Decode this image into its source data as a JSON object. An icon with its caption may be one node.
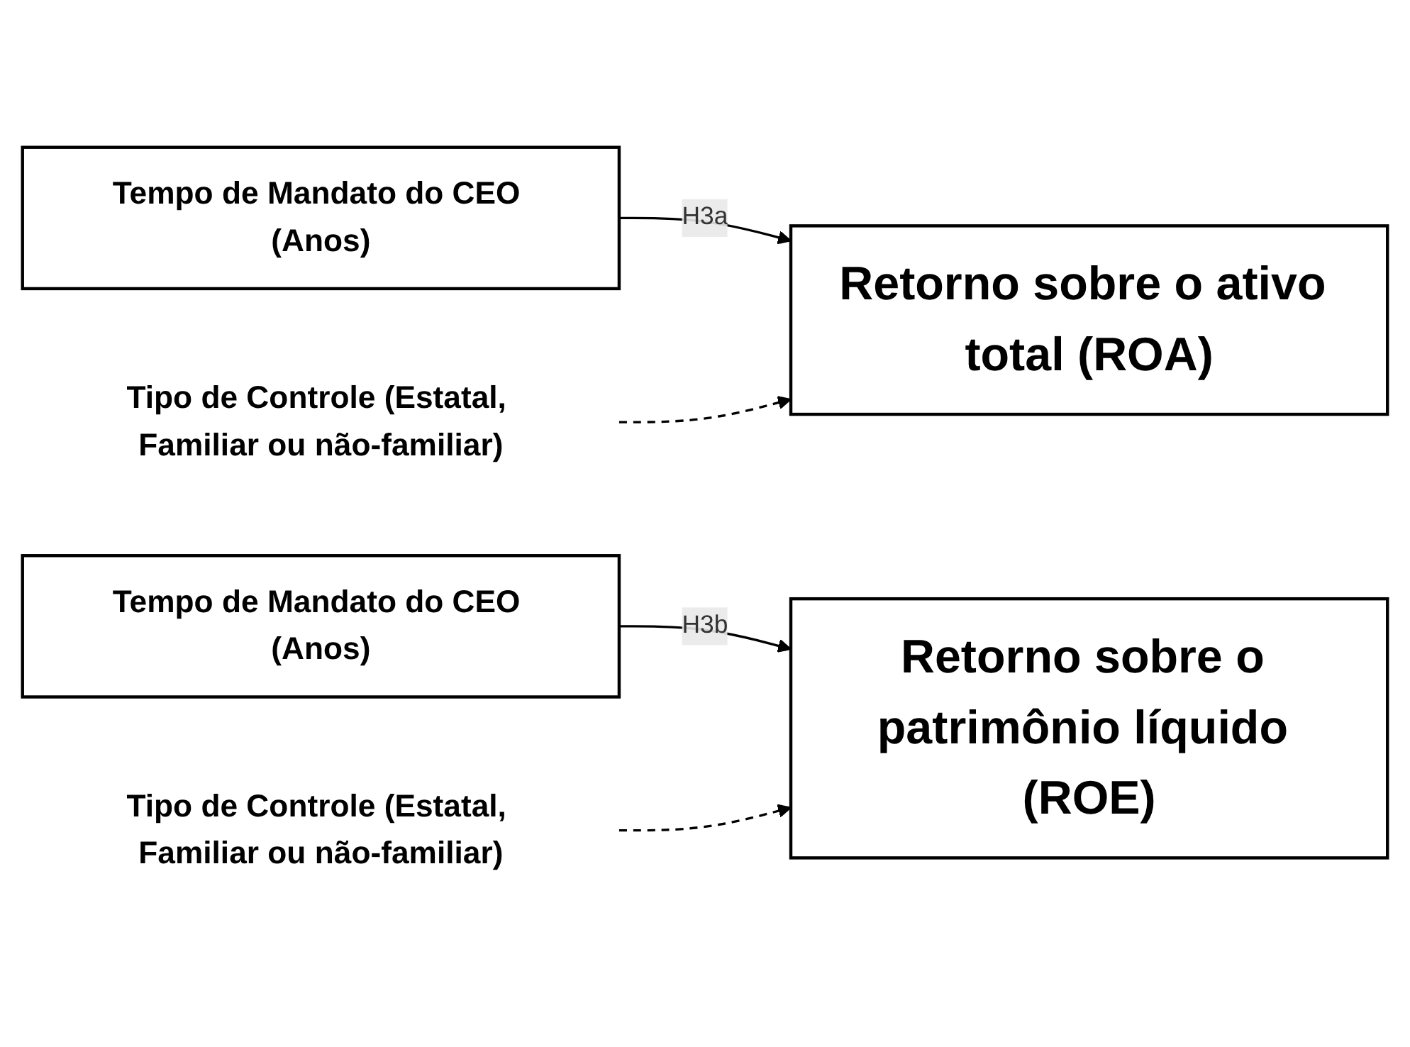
{
  "diagram": {
    "nodes": [
      {
        "text": [
          "Tempo de Mandato do CEO (Anos)"
        ]
      },
      {
        "text": [
          "Retorno sobre o ativo total (ROA)"
        ]
      },
      {
        "text": [
          "Tipo de Controle (Estatal, Familiar ou não-familiar)"
        ]
      },
      {
        "text": [
          "Tempo de Mandato do CEO (Anos)"
        ]
      },
      {
        "text": [
          "Retorno sobre o patrimônio líquido (ROE)"
        ]
      },
      {
        "text": [
          "Tipo de Controle (Estatal, Familiar ou não-familiar)"
        ]
      }
    ],
    "edges": [
      {
        "from": 0,
        "to": 1,
        "arrow": "to",
        "label": "H3a"
      },
      {
        "from": 2,
        "to": 1,
        "arrow": "to",
        "style": "dashed"
      },
      {
        "from": 3,
        "to": 4,
        "arrow": "to",
        "label": "H3b"
      },
      {
        "from": 5,
        "to": 4,
        "arrow": "to",
        "style": "dashed"
      }
    ]
  }
}
